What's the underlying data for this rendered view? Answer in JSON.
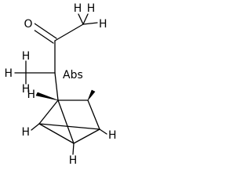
{
  "molecule": {
    "atoms": {
      "oxygen": "O",
      "h_methyl_left": "H",
      "h_methyl_top": "H",
      "h_methyl_right": "H",
      "h_methyl2_left": "H",
      "h_methyl2_top": "H",
      "h_methyl2_bottom": "H",
      "abs_label": "Abs",
      "h_bridge": "H",
      "h_cage_left": "H",
      "h_cage_bottom": "H",
      "h_cage_right": "H"
    }
  }
}
